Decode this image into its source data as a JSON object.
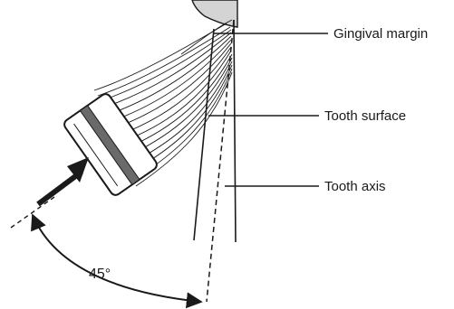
{
  "labels": {
    "gingival_margin": "Gingival margin",
    "tooth_surface": "Tooth surface",
    "tooth_axis": "Tooth axis"
  },
  "angle": {
    "text": "45°",
    "degrees": 45
  },
  "colors": {
    "ink": "#1a1a1a",
    "gum": "#d4d4d4",
    "background": "#ffffff"
  }
}
